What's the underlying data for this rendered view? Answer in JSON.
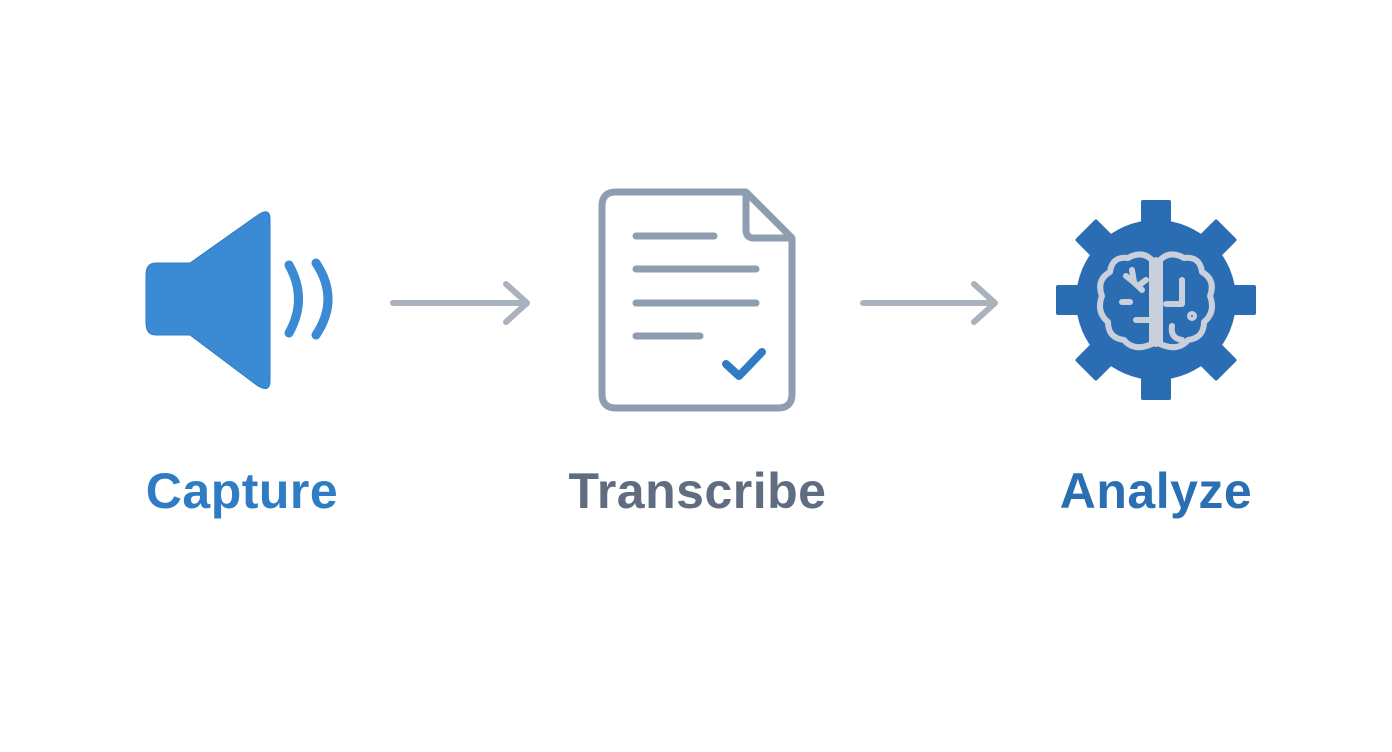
{
  "steps": [
    {
      "id": "capture",
      "label": "Capture",
      "icon": "speaker-icon",
      "color": "#3a8ad4"
    },
    {
      "id": "transcribe",
      "label": "Transcribe",
      "icon": "document-check-icon",
      "color": "#8f9db0"
    },
    {
      "id": "analyze",
      "label": "Analyze",
      "icon": "gear-brain-icon",
      "color": "#2a6db3"
    }
  ],
  "connectors": [
    {
      "from": "capture",
      "to": "transcribe",
      "icon": "arrow-right-icon",
      "color": "#a9b2bd"
    },
    {
      "from": "transcribe",
      "to": "analyze",
      "icon": "arrow-right-icon",
      "color": "#a9b2bd"
    }
  ],
  "colors": {
    "capture_text": "#2f7cc4",
    "transcribe_text": "#606d80",
    "analyze_text": "#2b6fb3",
    "checkmark": "#2f7cc4",
    "brain_stroke": "#c9cfdb",
    "background": "#ffffff"
  }
}
